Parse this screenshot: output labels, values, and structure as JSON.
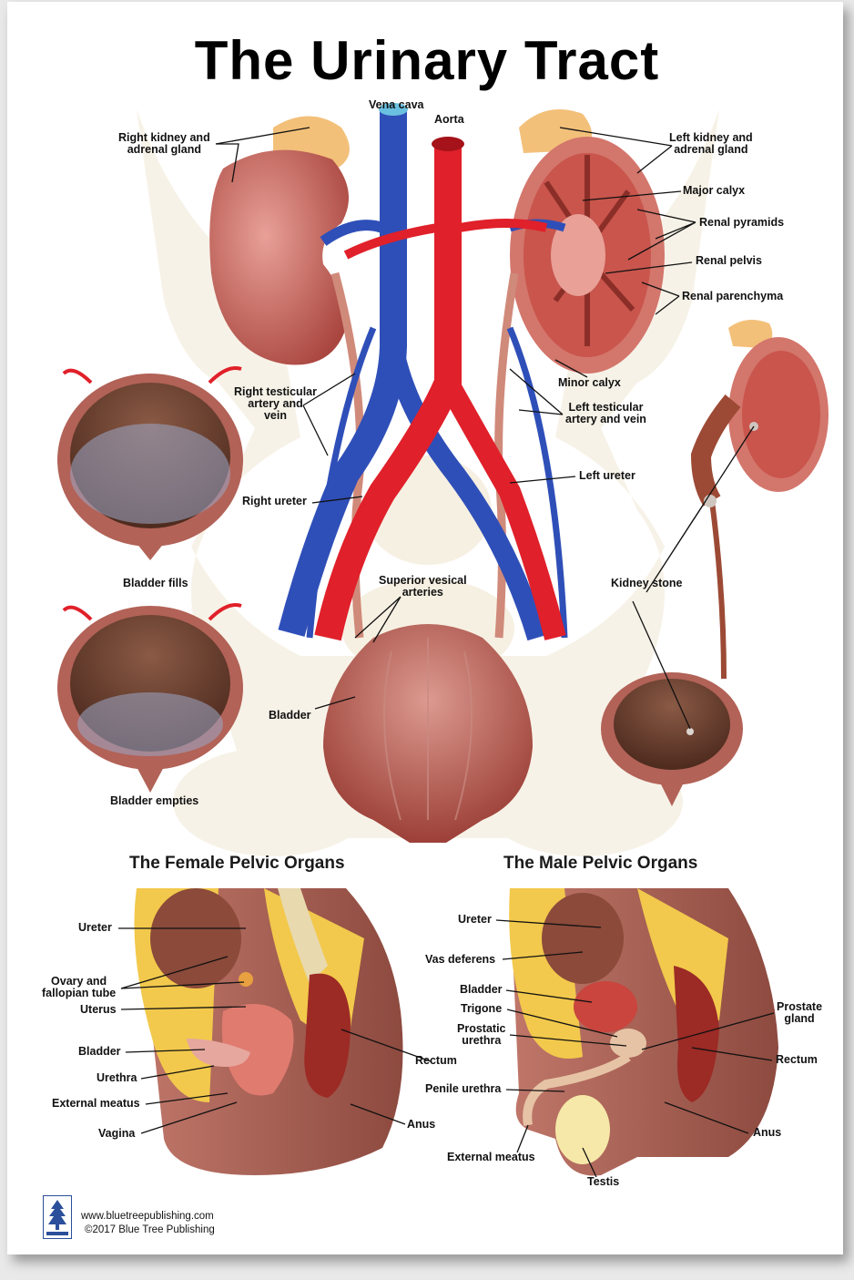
{
  "title": "The Urinary Tract",
  "sections": {
    "female": "The Female Pelvic Organs",
    "male": "The Male Pelvic Organs"
  },
  "labels": {
    "vena_cava": "Vena cava",
    "aorta": "Aorta",
    "right_kidney": "Right kidney and\nadrenal gland",
    "left_kidney": "Left kidney and\nadrenal gland",
    "major_calyx": "Major calyx",
    "renal_pyramids": "Renal pyramids",
    "renal_pelvis": "Renal pelvis",
    "renal_parenchyma": "Renal parenchyma",
    "minor_calyx": "Minor calyx",
    "right_testicular": "Right testicular\nartery and\nvein",
    "left_testicular": "Left testicular\nartery and vein",
    "left_ureter": "Left ureter",
    "right_ureter": "Right ureter",
    "bladder_fills": "Bladder fills",
    "superior_vesical": "Superior vesical\narteries",
    "kidney_stone": "Kidney stone",
    "bladder": "Bladder",
    "bladder_empties": "Bladder empties",
    "f_ureter": "Ureter",
    "f_ovary": "Ovary and\nfallopian tube",
    "f_uterus": "Uterus",
    "f_bladder": "Bladder",
    "f_urethra": "Urethra",
    "f_external_meatus": "External meatus",
    "f_vagina": "Vagina",
    "f_rectum": "Rectum",
    "f_anus": "Anus",
    "m_ureter": "Ureter",
    "m_vas_deferens": "Vas deferens",
    "m_bladder": "Bladder",
    "m_trigone": "Trigone",
    "m_prostatic_urethra": "Prostatic\nurethra",
    "m_penile_urethra": "Penile urethra",
    "m_external_meatus": "External meatus",
    "m_testis": "Testis",
    "m_prostate": "Prostate\ngland",
    "m_rectum": "Rectum",
    "m_anus": "Anus"
  },
  "footer": {
    "website": "www.bluetreepublishing.com",
    "copyright": "©2017 Blue Tree Publishing"
  },
  "colors": {
    "vein": "#2f4fb8",
    "artery": "#e0202a",
    "kidney": "#c8645c",
    "bone": "#f1e8d4",
    "fat": "#f2c94c",
    "tissue": "#a8524a"
  }
}
